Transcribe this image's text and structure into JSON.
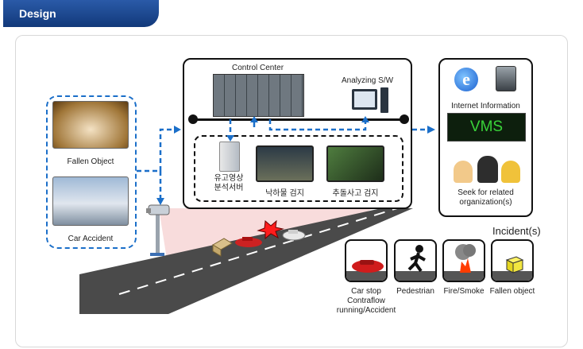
{
  "header": {
    "title": "Design"
  },
  "left_panel": {
    "fallen_object_label": "Fallen Object",
    "car_accident_label": "Car Accident"
  },
  "control_center": {
    "title": "Control Center",
    "analyzing_label": "Analyzing S/W",
    "server_label": "유고영상\n분석서버",
    "fallen_detect_label": "낙하물 검지",
    "crash_detect_label": "추돌사고 검지"
  },
  "right_panel": {
    "internet_label": "Internet Information",
    "vms_text": "VMS",
    "seek_label": "Seek for related\norganization(s)"
  },
  "incidents": {
    "title": "Incident(s)",
    "items": [
      {
        "label": "Car stop\nContraflow\nrunning/Accident"
      },
      {
        "label": "Pedestrian"
      },
      {
        "label": "Fire/Smoke"
      },
      {
        "label": "Fallen object"
      }
    ]
  },
  "colors": {
    "header": "#1f4b94",
    "arrow": "#1b6fc9",
    "vms_text": "#39d339"
  }
}
